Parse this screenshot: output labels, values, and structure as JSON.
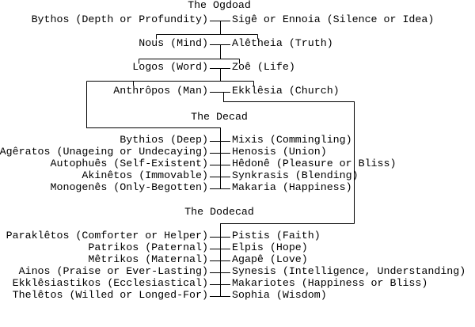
{
  "diagram": {
    "background": "#ffffff",
    "line_color": "#000000",
    "text_color": "#000000",
    "sections": [
      {
        "title": "The Ogdoad",
        "pairs": [
          {
            "left": "Bythos (Depth or Profundity)",
            "right": "Sigê or Ennoia (Silence or Idea)"
          },
          {
            "left": "Nous (Mind)",
            "right": "Alêtheia (Truth)"
          },
          {
            "left": "Logos (Word)",
            "right": "Zoê (Life)"
          },
          {
            "left": "Anthrôpos (Man)",
            "right": "Ekklêsia (Church)"
          }
        ]
      },
      {
        "title": "The Decad",
        "pairs": [
          {
            "left": "Bythios (Deep)",
            "right": "Mixis (Commingling)"
          },
          {
            "left": "Agêratos (Unageing or Undecaying)",
            "right": "Henosis (Union)"
          },
          {
            "left": "Autophuês (Self-Existent)",
            "right": "Hêdonê (Pleasure or Bliss)"
          },
          {
            "left": "Akinêtos (Immovable)",
            "right": "Synkrasis (Blending)"
          },
          {
            "left": "Monogenês (Only-Begotten)",
            "right": "Makaria (Happiness)"
          }
        ]
      },
      {
        "title": "The Dodecad",
        "pairs": [
          {
            "left": "Paraklêtos (Comforter or Helper)",
            "right": "Pistis (Faith)"
          },
          {
            "left": "Patrikos (Paternal)",
            "right": "Elpis (Hope)"
          },
          {
            "left": "Mêtrikos (Maternal)",
            "right": "Agapê (Love)"
          },
          {
            "left": "Ainos (Praise or Ever-Lasting)",
            "right": "Synesis (Intelligence, Understanding)"
          },
          {
            "left": "Ekklêsiastikos (Ecclesiastical)",
            "right": "Makariotes (Happiness or Bliss)"
          },
          {
            "left": "Thelêtos (Willed or Longed-For)",
            "right": "Sophia (Wisdom)"
          }
        ]
      }
    ]
  }
}
